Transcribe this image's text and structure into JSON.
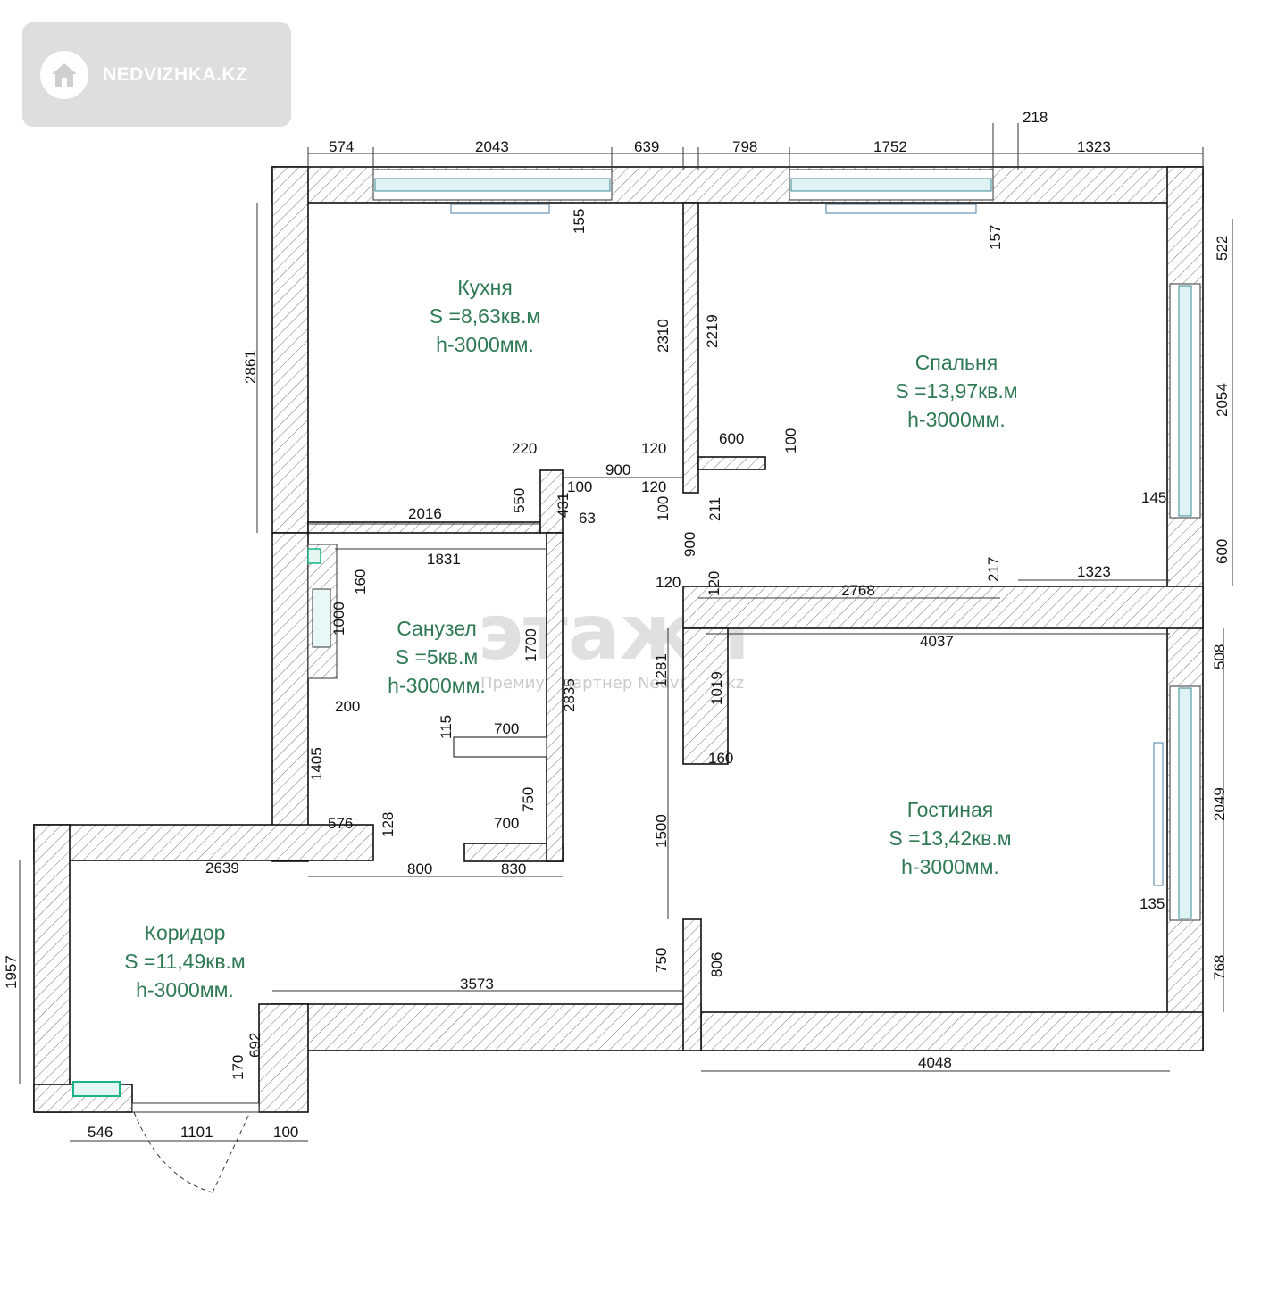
{
  "logo": {
    "text": "NEDVIZHKA.KZ",
    "icon": "house-icon"
  },
  "watermark": {
    "brand": "этажи",
    "subtitle": "Премиум партнер Nedvizhka.kz"
  },
  "rooms": {
    "kitchen": {
      "name": "Кухня",
      "area": "S =8,63кв.м",
      "height": "h-3000мм."
    },
    "bedroom": {
      "name": "Спальня",
      "area": "S =13,97кв.м",
      "height": "h-3000мм."
    },
    "bathroom": {
      "name": "Санузел",
      "area": "S =5кв.м",
      "height": "h-3000мм."
    },
    "living": {
      "name": "Гостиная",
      "area": "S =13,42кв.м",
      "height": "h-3000мм."
    },
    "corridor": {
      "name": "Коридор",
      "area": "S =11,49кв.м",
      "height": "h-3000мм."
    }
  },
  "dims": {
    "top_574": "574",
    "top_2043": "2043",
    "top_639": "639",
    "top_798": "798",
    "top_1752": "1752",
    "top_218": "218",
    "top_1323": "1323",
    "k_155": "155",
    "k_157": "157",
    "k_2861": "2861",
    "k_2310": "2310",
    "k_2219": "2219",
    "r_522": "522",
    "r_2054": "2054",
    "r_600": "600",
    "r_145": "145",
    "d_600": "600",
    "d_100": "100",
    "d_220": "220",
    "d_120a": "120",
    "d_900": "900",
    "d_120b": "120",
    "d_100b": "100",
    "d_100c": "100",
    "d_550": "550",
    "d_431": "431",
    "d_63": "63",
    "d_2016": "2016",
    "d_211": "211",
    "d_900v": "900",
    "b_1831": "1831",
    "b_160": "160",
    "b_1000": "1000",
    "b_1700": "1700",
    "b_2835": "2835",
    "b_200": "200",
    "b_1405": "1405",
    "b_115": "115",
    "b_700a": "700",
    "b_750": "750",
    "b_576": "576",
    "b_128": "128",
    "b_700b": "700",
    "m_120a": "120",
    "m_120b": "120",
    "m_2768": "2768",
    "m_217": "217",
    "m_1323": "1323",
    "l_4037": "4037",
    "l_508": "508",
    "l_1281": "1281",
    "l_1019": "1019",
    "l_160": "160",
    "l_1500": "1500",
    "l_2049": "2049",
    "l_135": "135",
    "l_768": "768",
    "l_806": "806",
    "l_750": "750",
    "l_4048": "4048",
    "c_2639": "2639",
    "c_800": "800",
    "c_830": "830",
    "c_1957": "1957",
    "c_3573": "3573",
    "c_692": "692",
    "c_170": "170",
    "c_546": "546",
    "c_1101": "1101",
    "c_100": "100"
  }
}
